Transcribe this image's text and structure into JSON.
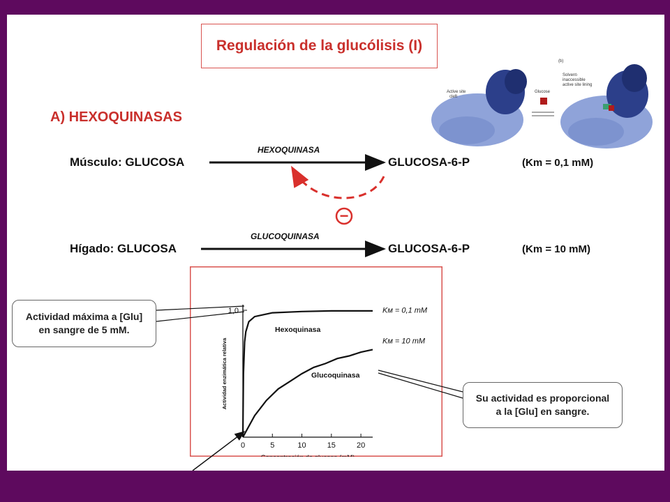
{
  "title": "Regulación de la glucólisis (I)",
  "section": "A) HEXOQUINASAS",
  "reactions": [
    {
      "tissue": "Músculo: GLUCOSA",
      "enzyme": "HEXOQUINASA",
      "product": "GLUCOSA-6-P",
      "km": "(Km = 0,1 mM)"
    },
    {
      "tissue": "Hígado: GLUCOSA",
      "enzyme": "GLUCOQUINASA",
      "product": "GLUCOSA-6-P",
      "km": "(Km = 10 mM)"
    }
  ],
  "inhibition_symbol": "−",
  "protein_figure": {
    "label_b": "(b)",
    "label_active_site": [
      "Active site",
      "cleft"
    ],
    "label_glucose": "Glucose",
    "label_solvent": [
      "Solvent-",
      "inaccessible",
      "active site lining"
    ]
  },
  "callouts": {
    "left": [
      "Actividad máxima a [Glu]",
      "en sangre de 5 mM."
    ],
    "right": [
      "Su actividad es proporcional",
      "a la [Glu] en sangre."
    ]
  },
  "chart_data": {
    "type": "line",
    "xlabel": "Concentración de glucosa (mM)",
    "ylabel": "Actividad enzimática relativa",
    "xlim": [
      0,
      22
    ],
    "ylim": [
      0,
      1.0
    ],
    "x_ticks": [
      "0",
      "5",
      "10",
      "15",
      "20"
    ],
    "y_ticks": [
      "1,0"
    ],
    "series": [
      {
        "name": "Hexoquinasa",
        "km_label": "Kм = 0,1 mM",
        "km": 0.1,
        "x": [
          0,
          0.1,
          0.3,
          0.5,
          1,
          2,
          5,
          10,
          15,
          20,
          22
        ],
        "y": [
          0,
          0.5,
          0.75,
          0.83,
          0.91,
          0.95,
          0.98,
          0.99,
          0.995,
          0.995,
          0.995
        ]
      },
      {
        "name": "Glucoquinasa",
        "km_label": "Kм = 10 mM",
        "km": 10,
        "x": [
          0,
          2,
          4,
          6,
          8,
          10,
          12,
          14,
          16,
          18,
          20,
          22
        ],
        "y": [
          0,
          0.17,
          0.29,
          0.38,
          0.44,
          0.5,
          0.55,
          0.58,
          0.62,
          0.64,
          0.67,
          0.69
        ]
      }
    ]
  },
  "colors": {
    "frame": "#5e0a5e",
    "accent": "#c9302c",
    "protein_light": "#8fa3d9",
    "protein_dark": "#2c3f8a"
  }
}
